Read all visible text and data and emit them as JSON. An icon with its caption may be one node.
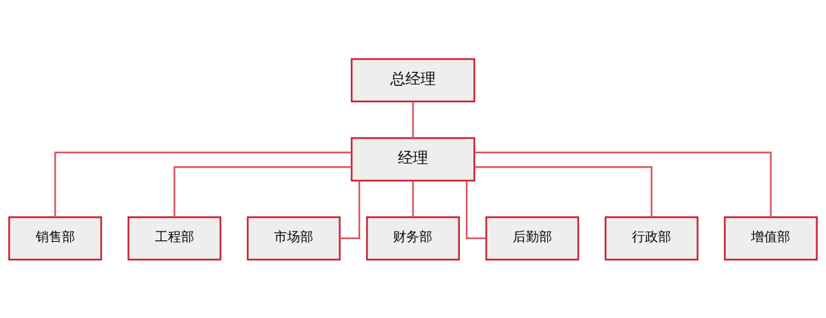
{
  "diagram": {
    "nodes": [
      {
        "text": [
          "总经理"
        ]
      },
      {
        "text": [
          "经理"
        ]
      },
      {
        "text": [
          "销售部"
        ]
      },
      {
        "text": [
          "工程部"
        ]
      },
      {
        "text": [
          "市场部"
        ]
      },
      {
        "text": [
          "财务部"
        ]
      },
      {
        "text": [
          "后勤部"
        ]
      },
      {
        "text": [
          "行政部"
        ]
      },
      {
        "text": [
          "增值部"
        ]
      }
    ],
    "edges": [
      {
        "from": 0,
        "to": 1,
        "arrow": "none"
      },
      {
        "from": 1,
        "to": 2,
        "arrow": "none"
      },
      {
        "from": 1,
        "to": 3,
        "arrow": "none"
      },
      {
        "from": 1,
        "to": 4,
        "arrow": "none"
      },
      {
        "from": 1,
        "to": 5,
        "arrow": "none"
      },
      {
        "from": 1,
        "to": 6,
        "arrow": "none"
      },
      {
        "from": 1,
        "to": 7,
        "arrow": "none"
      },
      {
        "from": 1,
        "to": 8,
        "arrow": "none"
      }
    ]
  }
}
